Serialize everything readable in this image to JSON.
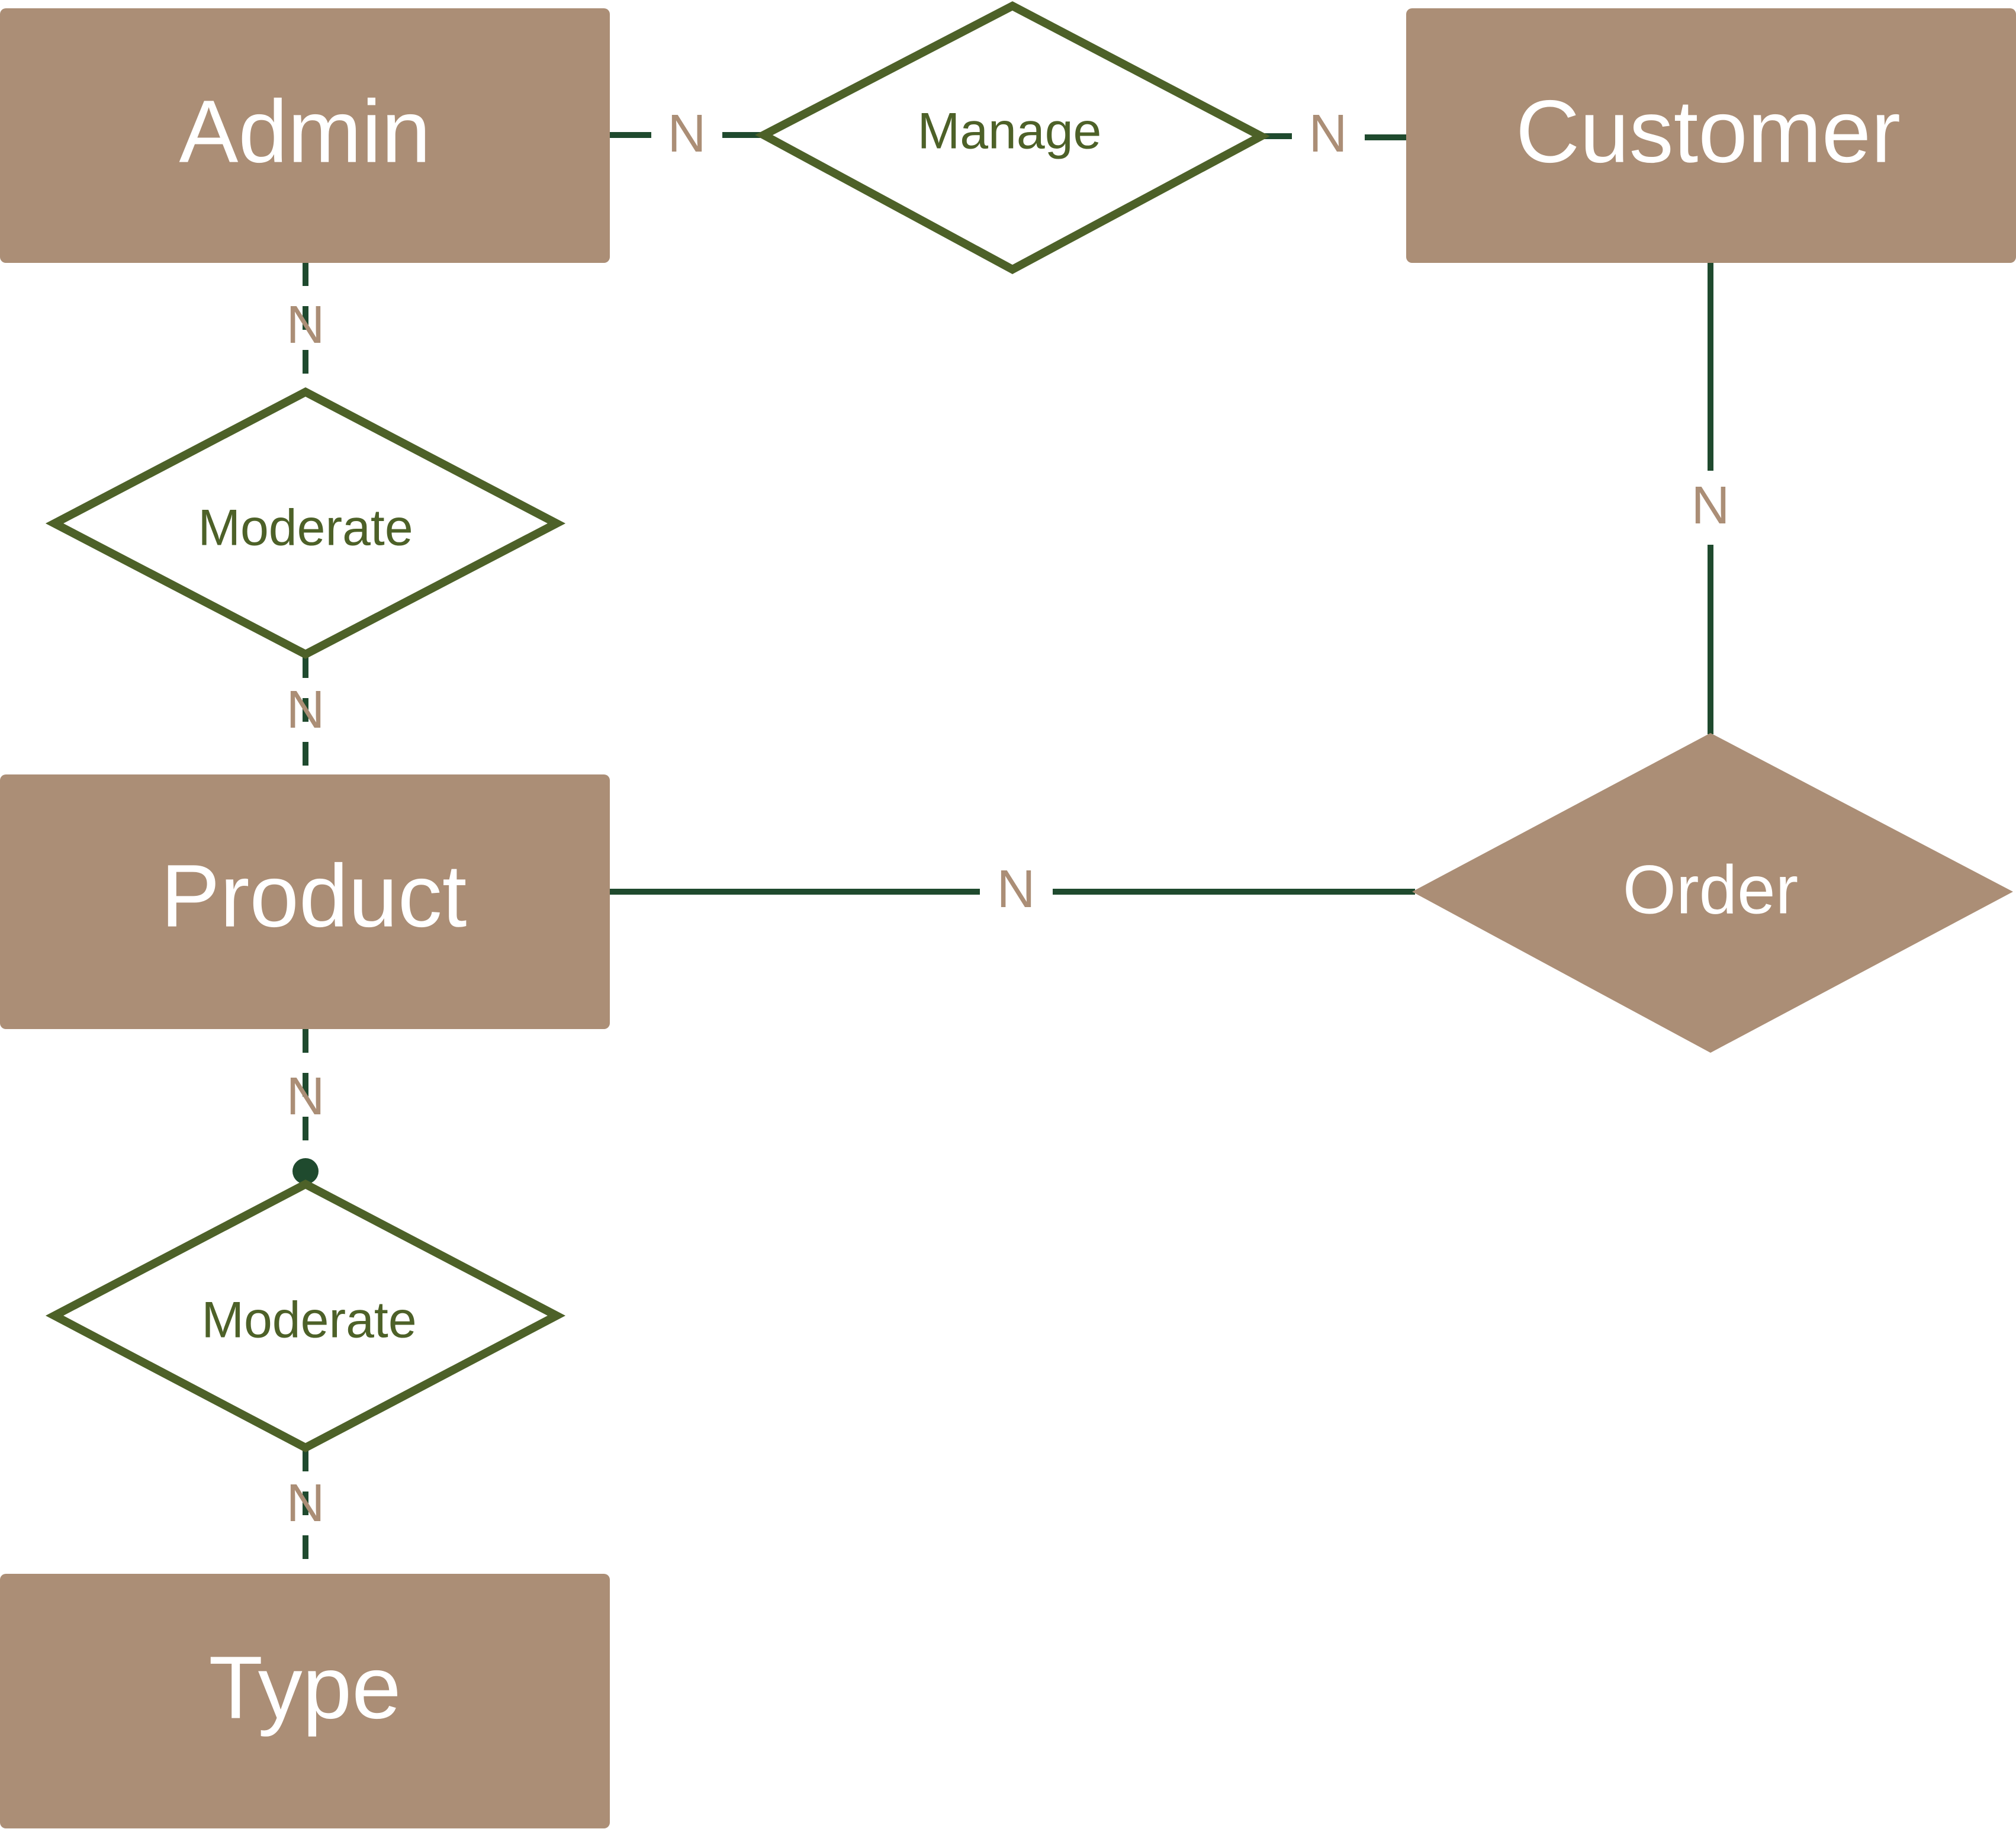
{
  "colors": {
    "entity_fill": "#ab8e76",
    "entity_text": "#ffffff",
    "relationship_stroke": "#4d6128",
    "relationship_text": "#4d6128",
    "connector": "#1f4a2e",
    "cardinality_text": "#ab8e76"
  },
  "entities": {
    "admin": "Admin",
    "customer": "Customer",
    "product": "Product",
    "type": "Type"
  },
  "relationships": {
    "manage": "Manage",
    "moderate_admin_product": "Moderate",
    "order": "Order",
    "moderate_product_type": "Moderate"
  },
  "cardinalities": {
    "admin_manage": "N",
    "manage_customer": "N",
    "admin_moderate": "N",
    "moderate_product": "N",
    "customer_order": "N",
    "product_order": "N",
    "product_moderate": "N",
    "moderate_type": "N"
  }
}
